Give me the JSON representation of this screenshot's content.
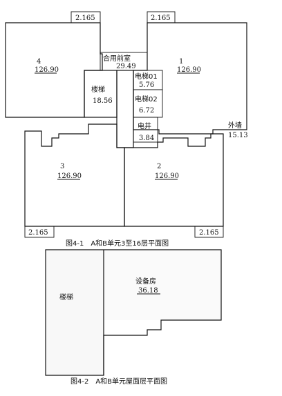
{
  "plan1": {
    "caption": "图4-1　A和B单元3至16层平面图",
    "balcony_top_left": "2.165",
    "balcony_top_right": "2.165",
    "balcony_bottom_left": "2.165",
    "balcony_bottom_right": "2.165",
    "unit4": {
      "id": "4",
      "area": "126.90"
    },
    "unit1": {
      "id": "1",
      "area": "126.90"
    },
    "unit3": {
      "id": "3",
      "area": "126.90"
    },
    "unit2": {
      "id": "2",
      "area": "126.90"
    },
    "shared_lobby": {
      "label": "合用前室",
      "area": "29.49"
    },
    "stair": {
      "label": "楼梯",
      "area": "18.56"
    },
    "elevator01": {
      "label": "电梯01",
      "area": "5.76"
    },
    "elevator02": {
      "label": "电梯02",
      "area": "6.72"
    },
    "shaft": {
      "label": "电井",
      "area": "3.84"
    },
    "outer_wall": {
      "label": "外墙",
      "area": "15.13"
    }
  },
  "plan2": {
    "caption": "图4-2　A和B单元屋面层平面图",
    "stair": {
      "label": "楼梯"
    },
    "equipment_room": {
      "label": "设备房",
      "area": "36.18"
    }
  }
}
